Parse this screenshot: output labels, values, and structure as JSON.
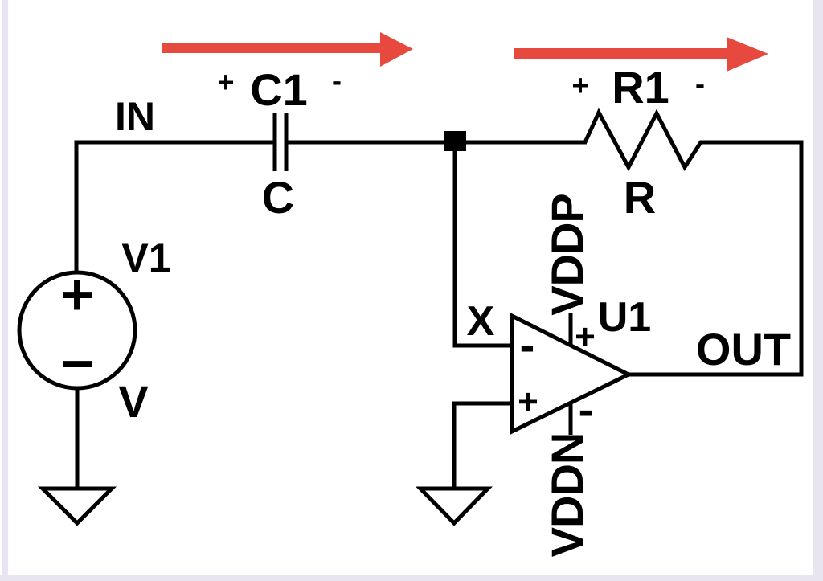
{
  "colors": {
    "background": "#ffffff",
    "frame": "#e8e5f1",
    "wire": "#000000",
    "text": "#000000",
    "current_arrow": "#e8493f"
  },
  "schematic": {
    "nets": {
      "in": "IN",
      "x": "X",
      "out": "OUT"
    },
    "source": {
      "designator": "V1",
      "value": "V",
      "plus_sign": "+",
      "minus_sign": "−"
    },
    "capacitor": {
      "designator": "C1",
      "value": "C",
      "plus_sign": "+",
      "minus_sign": "-"
    },
    "resistor": {
      "designator": "R1",
      "value": "R",
      "plus_sign": "+",
      "minus_sign": "-"
    },
    "opamp": {
      "designator": "U1",
      "inverting_sign": "-",
      "noninverting_sign": "+",
      "positive_supply": "VDDP",
      "positive_supply_sign": "+",
      "negative_supply": "VDDN",
      "negative_supply_sign": "-"
    }
  }
}
